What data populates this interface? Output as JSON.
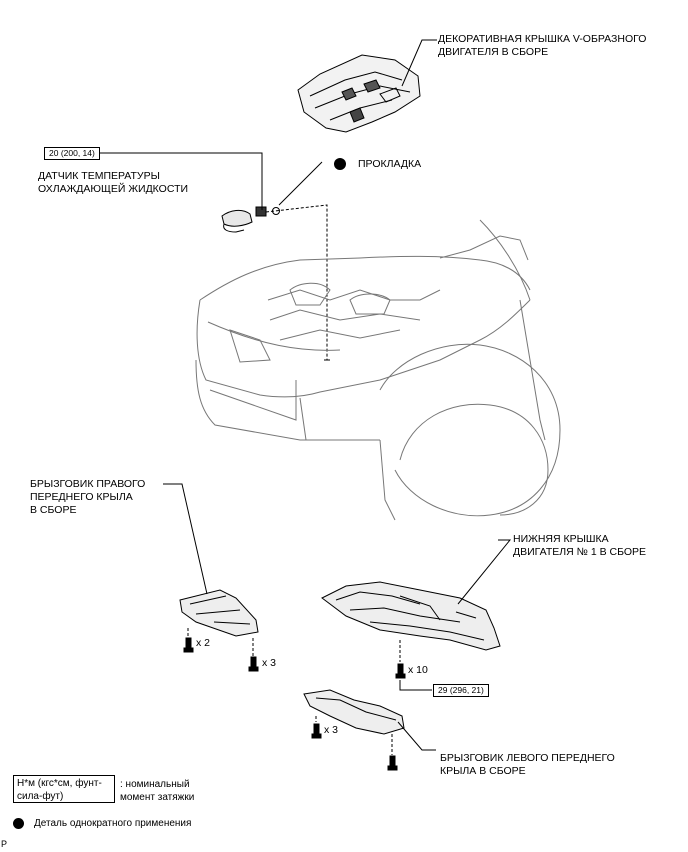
{
  "labels": {
    "engine_cover": "ДЕКОРАТИВНАЯ КРЫШКА V-ОБРАЗНОГО\nДВИГАТЕЛЯ В СБОРЕ",
    "gasket": "ПРОКЛАДКА",
    "coolant_sensor": "ДАТЧИК ТЕМПЕРАТУРЫ\nОХЛАЖДАЮЩЕЙ ЖИДКОСТИ",
    "right_splash": "БРЫЗГОВИК ПРАВОГО\nПЕРЕДНЕГО КРЫЛА\nВ СБОРЕ",
    "under_cover": "НИЖНЯЯ КРЫШКА\nДВИГАТЕЛЯ № 1 В СБОРЕ",
    "left_splash": "БРЫЗГОВИК ЛЕВОГО ПЕРЕДНЕГО\nКРЫЛА В СБОРЕ"
  },
  "torque": {
    "sensor": "20 (200, 14)",
    "under_cover": "29 (296, 21)"
  },
  "quantities": {
    "right_a": "x 2",
    "right_b": "x 3",
    "under": "x 10",
    "left": "x 3"
  },
  "legend": {
    "unit_box": "Н*м (кгс*см, фунт-\nсила-фут)",
    "unit_text": ": номинальный\nмомент затяжки",
    "non_reusable": "Деталь однократного применения"
  },
  "corner_mark": "P"
}
